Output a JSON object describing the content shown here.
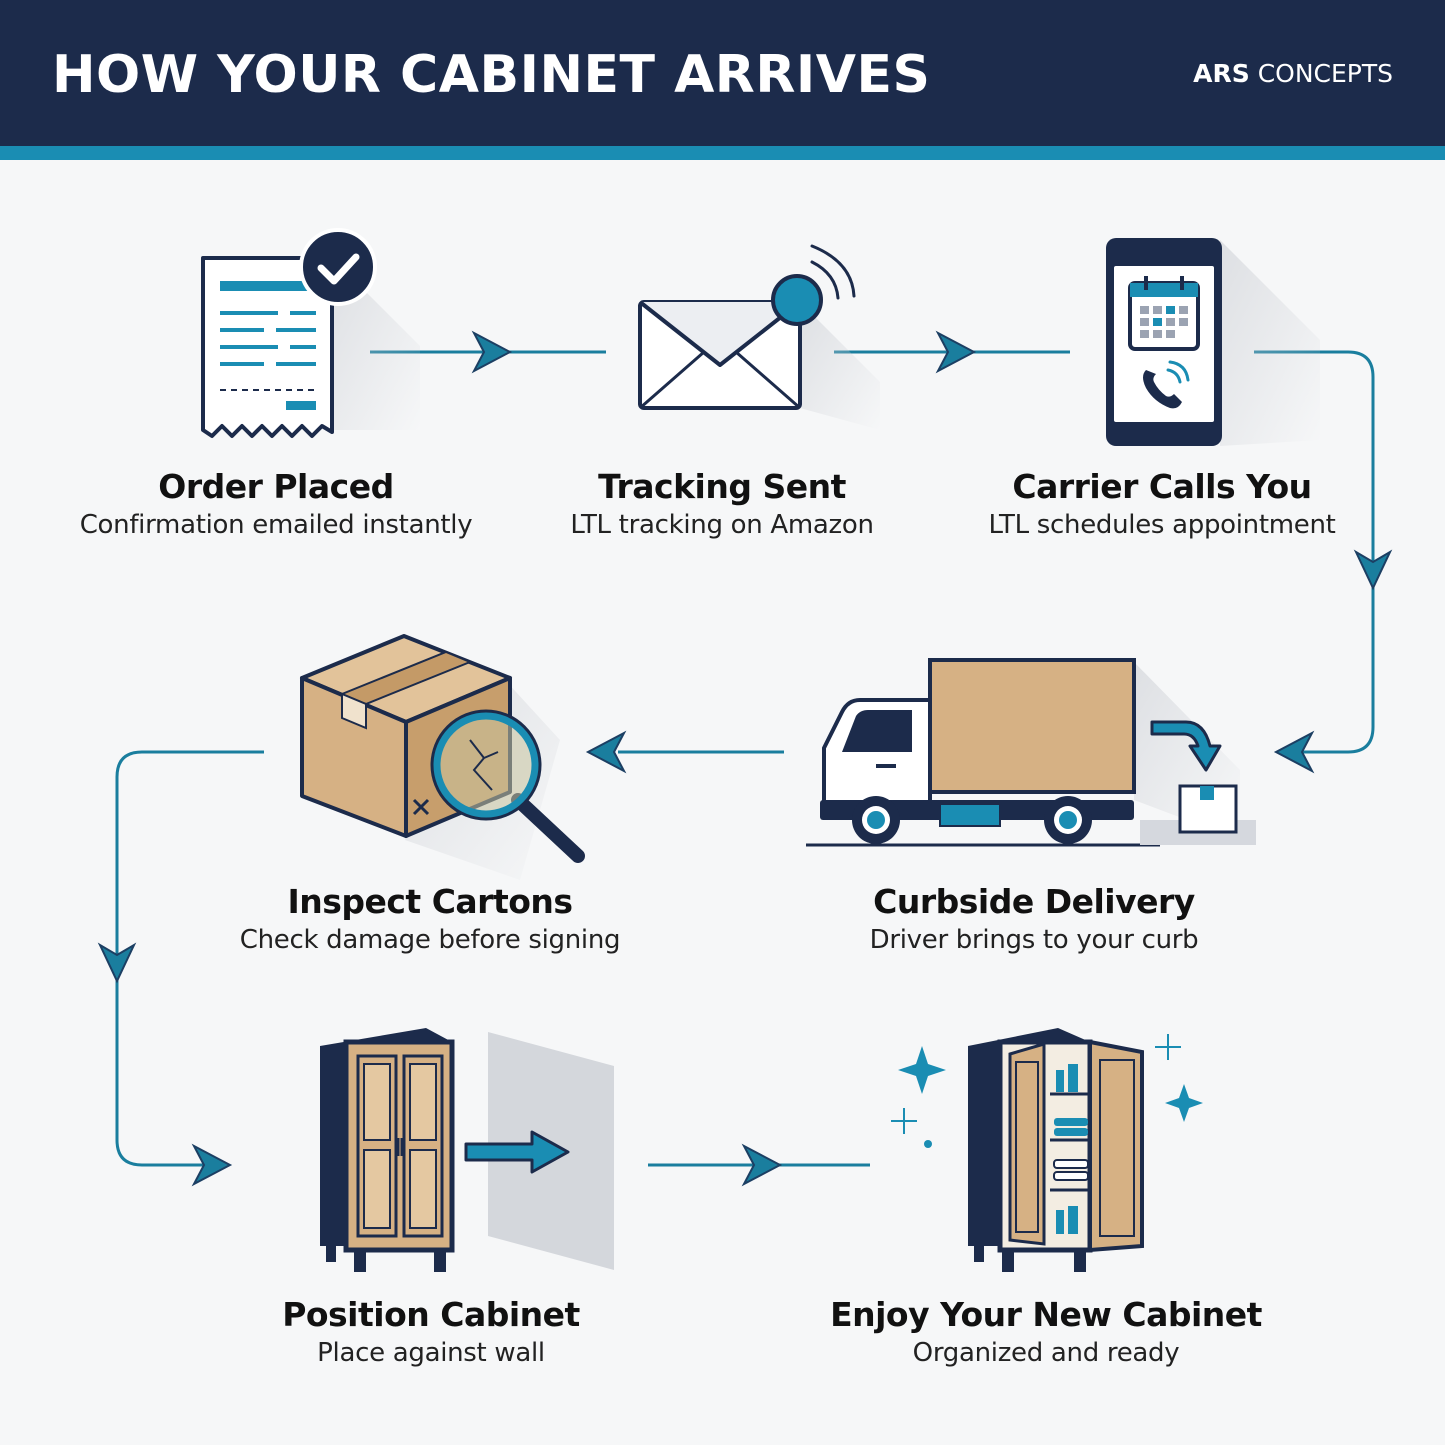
{
  "header": {
    "title": "HOW YOUR CABINET ARRIVES",
    "brand_bold": "ARS",
    "brand_light": " CONCEPTS"
  },
  "colors": {
    "navy": "#1c2b4b",
    "teal": "#1a8db3",
    "cardboard": "#d6b184",
    "background": "#f6f7f8"
  },
  "steps": [
    {
      "title": "Order Placed",
      "subtitle": "Confirmation emailed instantly",
      "icon": "receipt-check-icon"
    },
    {
      "title": "Tracking Sent",
      "subtitle": "LTL tracking on Amazon",
      "icon": "envelope-notification-icon"
    },
    {
      "title": "Carrier Calls You",
      "subtitle": "LTL schedules appointment",
      "icon": "phone-calendar-icon"
    },
    {
      "title": "Inspect Cartons",
      "subtitle": "Check damage before signing",
      "icon": "box-magnifier-icon"
    },
    {
      "title": "Curbside Delivery",
      "subtitle": "Driver brings to your curb",
      "icon": "delivery-truck-icon"
    },
    {
      "title": "Position Cabinet",
      "subtitle": "Place against wall",
      "icon": "cabinet-wall-icon"
    },
    {
      "title": "Enjoy Your New Cabinet",
      "subtitle": "Organized and ready",
      "icon": "open-cabinet-icon"
    }
  ]
}
